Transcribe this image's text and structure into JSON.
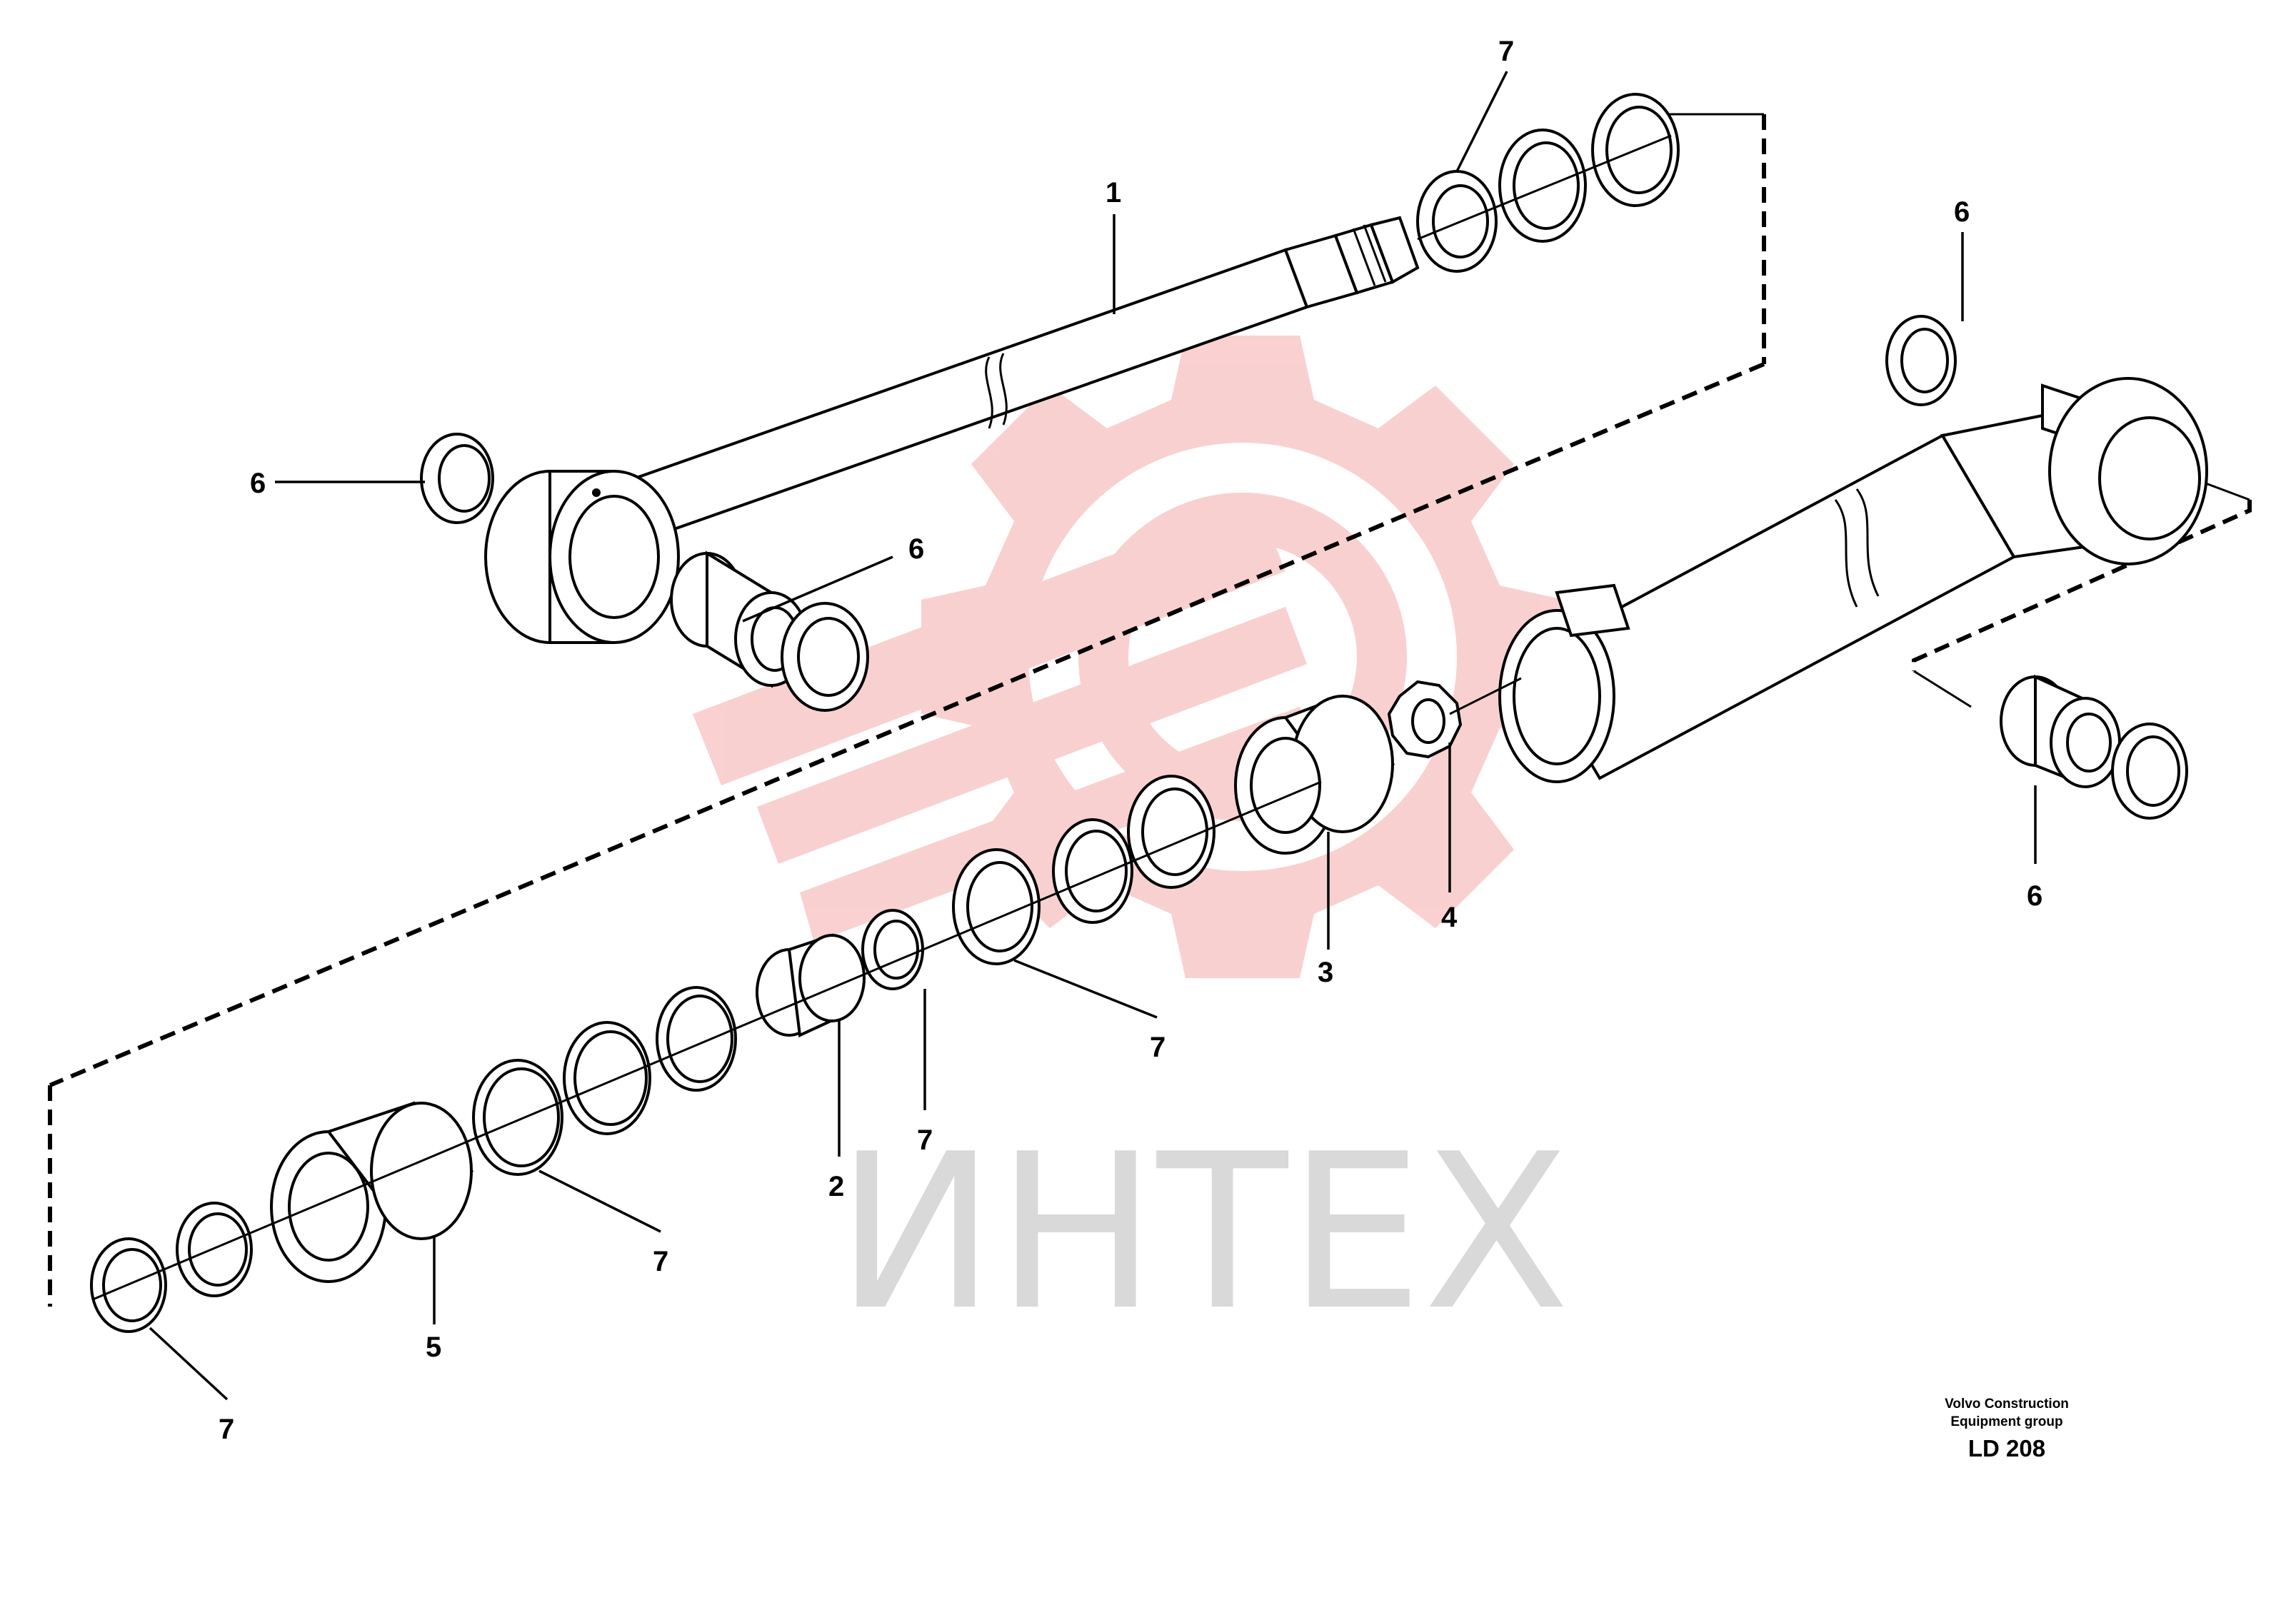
{
  "watermark": {
    "text": "ИНТЕХ",
    "gear_color": "#f9c8c8",
    "text_color": "#d9d9d9"
  },
  "caption": {
    "line1": "Volvo Construction",
    "line2": "Equipment group",
    "code": "LD 208"
  },
  "callouts": [
    {
      "id": "c1",
      "label": "1"
    },
    {
      "id": "c2",
      "label": "2"
    },
    {
      "id": "c3",
      "label": "3"
    },
    {
      "id": "c4",
      "label": "4"
    },
    {
      "id": "c5",
      "label": "5"
    },
    {
      "id": "c6a",
      "label": "6"
    },
    {
      "id": "c6b",
      "label": "6"
    },
    {
      "id": "c6c",
      "label": "6"
    },
    {
      "id": "c6d",
      "label": "6"
    },
    {
      "id": "c7a",
      "label": "7"
    },
    {
      "id": "c7b",
      "label": "7"
    },
    {
      "id": "c7c",
      "label": "7"
    },
    {
      "id": "c7d",
      "label": "7"
    },
    {
      "id": "c7e",
      "label": "7"
    }
  ]
}
